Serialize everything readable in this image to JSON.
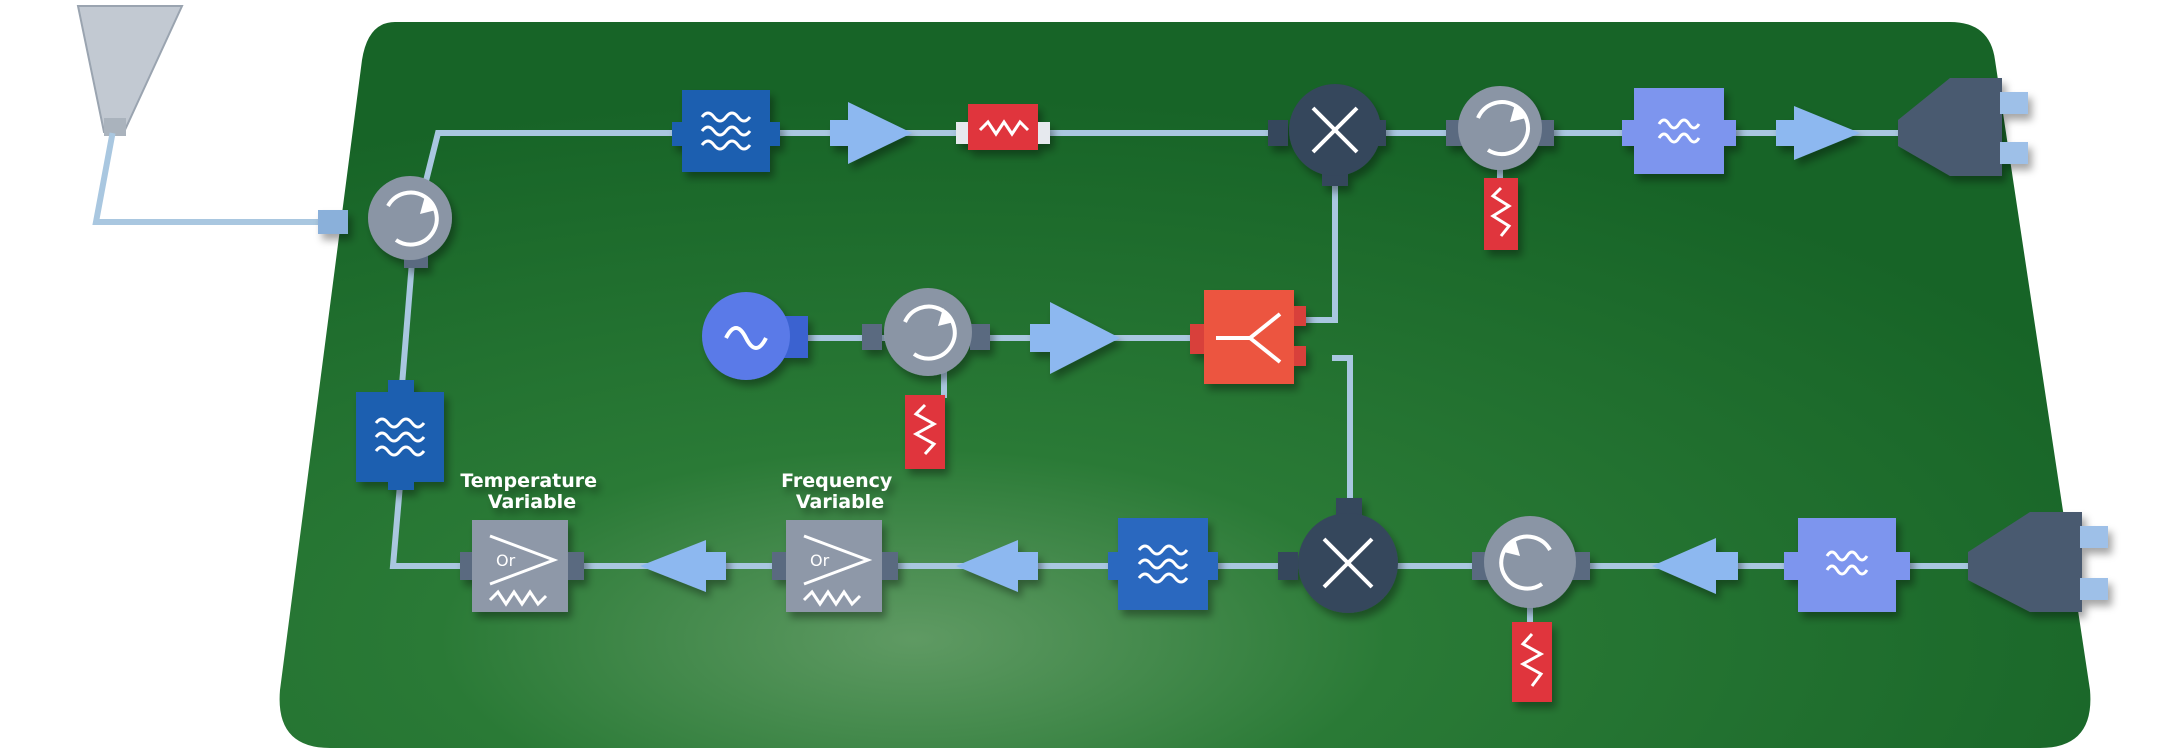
{
  "labels": {
    "temperature_variable": [
      "Temperature",
      "Variable"
    ],
    "frequency_variable": [
      "Frequency",
      "Variable"
    ]
  },
  "colors": {
    "board": "#1c6a2a",
    "wire": "#a9c7e0",
    "filter_dark_blue": "#1f5fb0",
    "filter_light_blue": "#7d95ee",
    "amplifier": "#8db8f0",
    "attenuator_red": "#e0353c",
    "splitter_red": "#ec5540",
    "mixer_dark": "#35465c",
    "circulator_gray": "#8a95a5",
    "oscillator": "#5a7ae8",
    "variable_attenuator_gray": "#8e98a8",
    "port_connector": "#5a6a80",
    "antenna": "#c2c9d2"
  },
  "components": [
    {
      "name": "horn-antenna",
      "symbol": "horn-antenna-icon"
    },
    {
      "name": "input-circulator",
      "symbol": "circulator-icon"
    },
    {
      "name": "upper-bandpass-filter",
      "symbol": "bandpass-filter-icon"
    },
    {
      "name": "upper-amplifier-1",
      "symbol": "amplifier-icon"
    },
    {
      "name": "upper-attenuator",
      "symbol": "resistor-icon"
    },
    {
      "name": "upper-mixer",
      "symbol": "mixer-icon"
    },
    {
      "name": "upper-isolator",
      "symbol": "circulator-icon"
    },
    {
      "name": "upper-lowpass-filter",
      "symbol": "lowpass-filter-icon"
    },
    {
      "name": "upper-amplifier-2",
      "symbol": "amplifier-icon"
    },
    {
      "name": "upper-output-port",
      "symbol": "output-port-icon"
    },
    {
      "name": "local-oscillator",
      "symbol": "oscillator-icon"
    },
    {
      "name": "lo-isolator",
      "symbol": "circulator-icon"
    },
    {
      "name": "lo-amplifier",
      "symbol": "amplifier-icon"
    },
    {
      "name": "lo-power-splitter",
      "symbol": "splitter-icon"
    },
    {
      "name": "lower-bandpass-filter-left",
      "symbol": "bandpass-filter-icon"
    },
    {
      "name": "temperature-variable-attenuator",
      "symbol": "variable-attenuator-icon"
    },
    {
      "name": "lower-amplifier-1",
      "symbol": "amplifier-icon"
    },
    {
      "name": "frequency-variable-attenuator",
      "symbol": "variable-attenuator-icon"
    },
    {
      "name": "lower-amplifier-2",
      "symbol": "amplifier-icon"
    },
    {
      "name": "lower-bandpass-filter",
      "symbol": "bandpass-filter-icon"
    },
    {
      "name": "lower-mixer",
      "symbol": "mixer-icon"
    },
    {
      "name": "lower-isolator",
      "symbol": "circulator-icon"
    },
    {
      "name": "lower-amplifier-3",
      "symbol": "amplifier-icon"
    },
    {
      "name": "lower-lowpass-filter",
      "symbol": "lowpass-filter-icon"
    },
    {
      "name": "lower-output-port",
      "symbol": "output-port-icon"
    }
  ]
}
